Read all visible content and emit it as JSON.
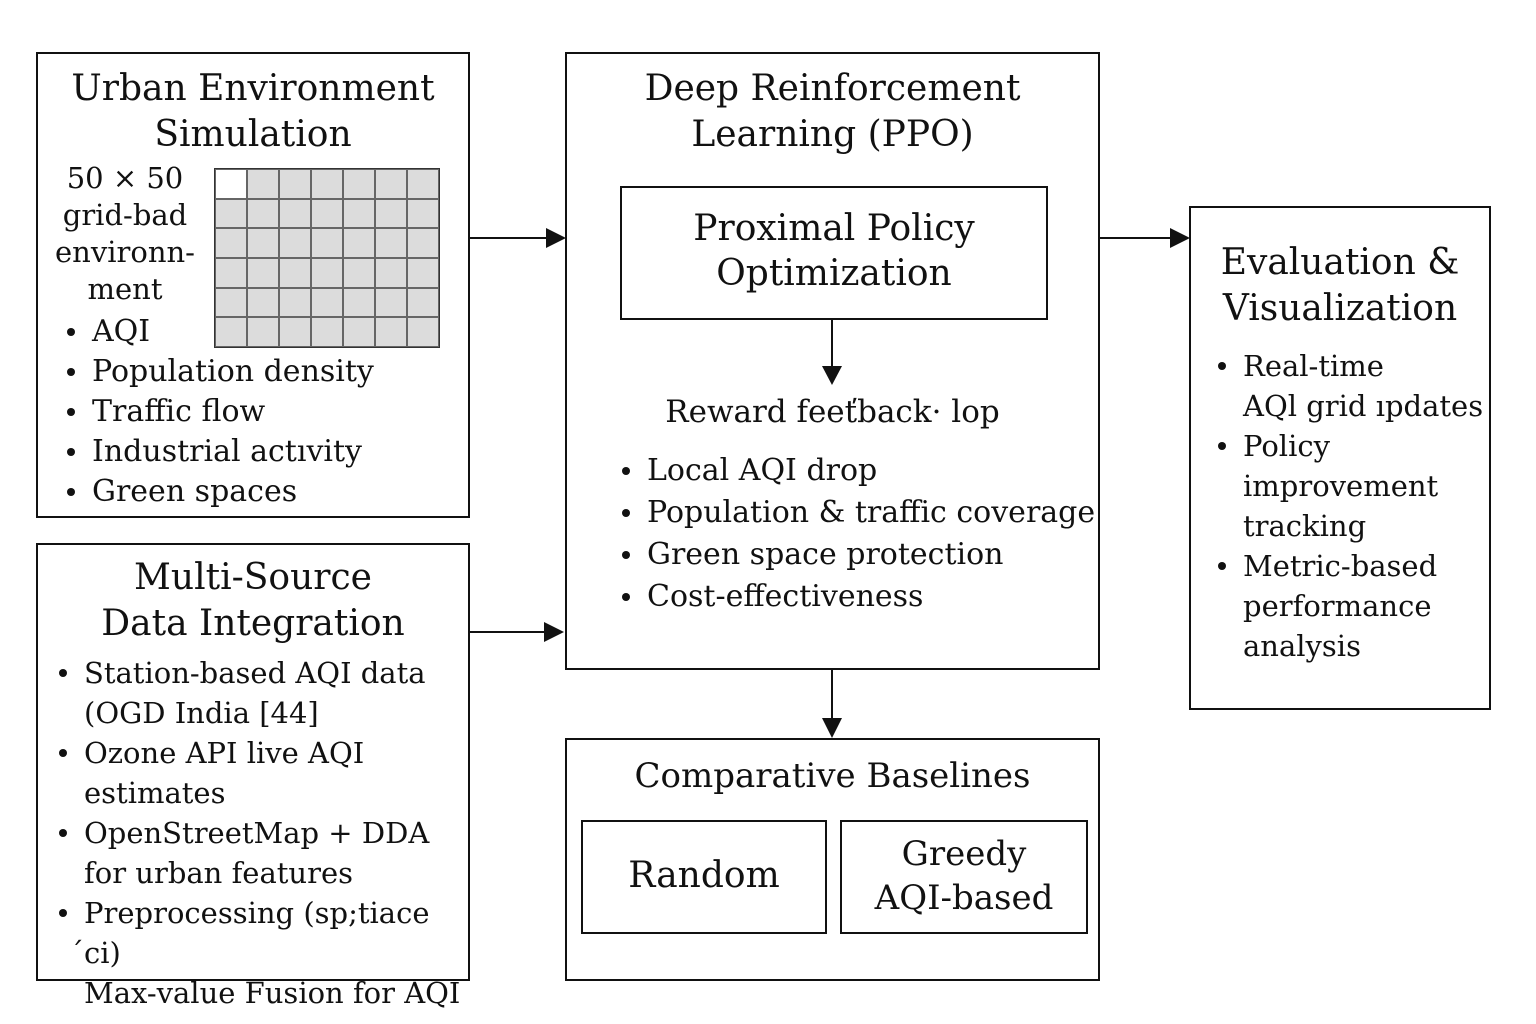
{
  "urban": {
    "title": "Urban Environment\nSimulation",
    "grid_desc": "50 × 50\ngrid-bad\nenvironn-\nment",
    "bullets": [
      "AQI",
      "Population density",
      "Traffic flow",
      "Industrial actıvity",
      "Green spaces"
    ]
  },
  "multi": {
    "title": "Multi-Source\nData Integration",
    "bullets": [
      "Station-based AQI data\n(OGD India [44]",
      "Ozone API live AQI\nestimates",
      "OpenStreetMap + DDA\nfor urban features",
      "Preprocessing (sp;tiace ́ci)\nMax-value Fusion for AQI"
    ]
  },
  "drl": {
    "title": "Deep Reinforcement\nLearning (PPO)",
    "ppo_label": "Proximal Policy\nOptimization",
    "reward_title": "Reward feeťback· lop",
    "bullets": [
      "Local AQI drop",
      "Population & traffic coverage",
      "Green space protection",
      "Cost-effectiveness"
    ]
  },
  "eval": {
    "title": "Evaluation &\nVisualization",
    "bullets": [
      "Real-time\nAQl grid ıpdates",
      "Policy\nimprovement\ntracking",
      "Metric-based\nperformance\nanalysis"
    ]
  },
  "baselines": {
    "title": "Comparative Baselines",
    "random": "Random",
    "greedy": "Greedy\nAQI-based"
  }
}
